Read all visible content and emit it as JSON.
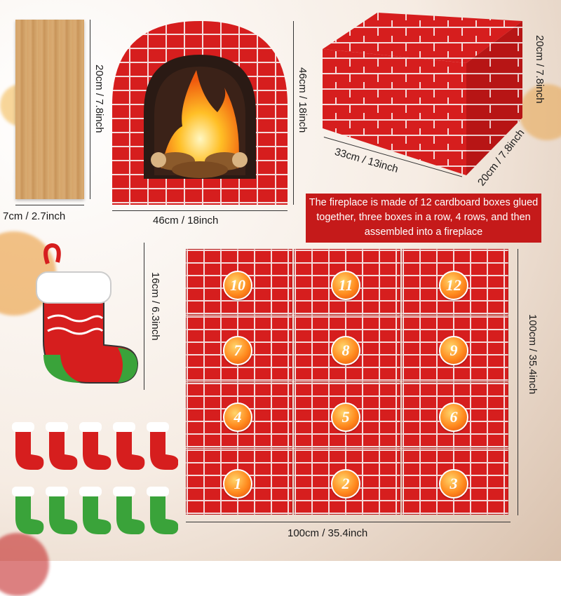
{
  "wood": {
    "height": "20cm / 7.8inch",
    "width": "7cm / 2.7inch"
  },
  "fireplace": {
    "height": "46cm / 18inch",
    "width": "46cm / 18inch"
  },
  "box": {
    "height": "20cm / 7.8inch",
    "length": "33cm / 13inch",
    "depth": "20cm / 7.8inch"
  },
  "note": {
    "text": "The fireplace is made of 12 cardboard boxes glued together, three boxes in a row, 4 rows, and then assembled into a fireplace"
  },
  "stocking": {
    "height": "16cm / 6.3inch"
  },
  "wall": {
    "height": "100cm / 35.4inch",
    "width": "100cm / 35.4inch",
    "numbers": [
      "10",
      "11",
      "12",
      "7",
      "8",
      "9",
      "4",
      "5",
      "6",
      "1",
      "2",
      "3"
    ]
  },
  "colors": {
    "brick": "#d61e1e",
    "mortar": "#f4dada",
    "note_bg": "#c51a1a",
    "stocking_green": "#3aa33a"
  }
}
